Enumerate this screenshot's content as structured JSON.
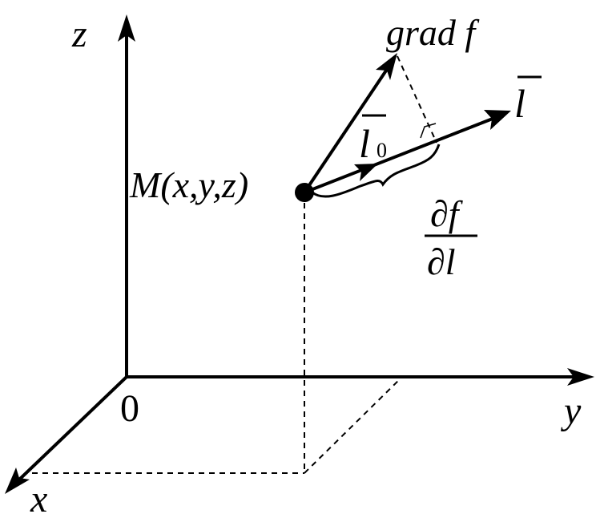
{
  "labels": {
    "z_axis": "z",
    "y_axis": "y",
    "x_axis": "x",
    "origin": "0",
    "point": "M(x,y,z)",
    "gradient": "grad f",
    "direction": "l",
    "unit_vector": "l",
    "unit_subscript": "0",
    "derivative_numerator": "∂f",
    "derivative_denominator": "∂l"
  },
  "colors": {
    "ink": "#000000",
    "background": "#ffffff"
  }
}
